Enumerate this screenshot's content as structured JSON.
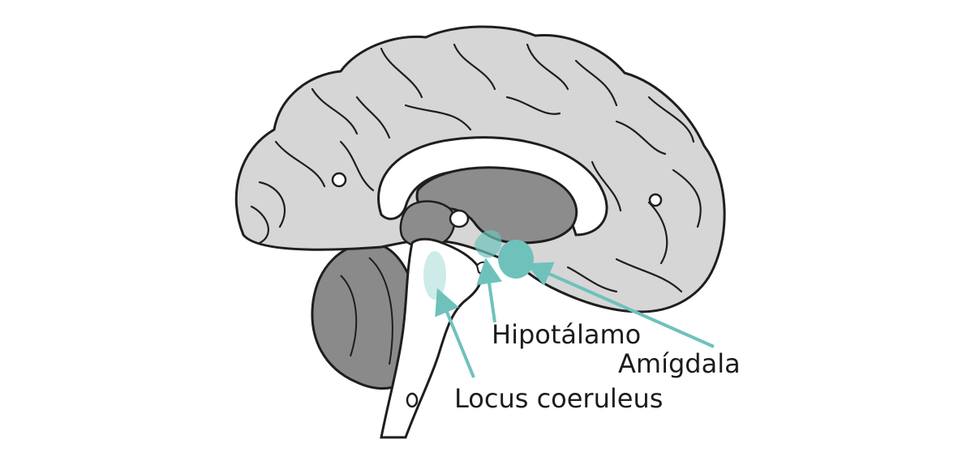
{
  "labels": {
    "hypothalamus": "Hipotálamo",
    "amygdala": "Amígdala",
    "locus_coeruleus": "Locus coeruleus"
  },
  "colors": {
    "outline": "#1e1e1e",
    "cortex": "#d6d6d6",
    "deep": "#8c8c8c",
    "cerebellum": "#8a8a8a",
    "highlight": "#6ec2bb",
    "highlight_light": "#cdebe8"
  }
}
